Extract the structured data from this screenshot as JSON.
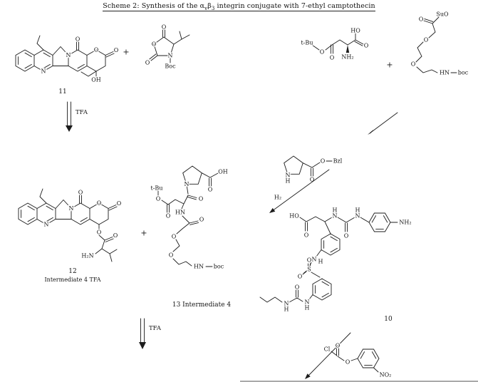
{
  "title": {
    "prefix": "Scheme 2: Synthesis of the α",
    "sub_v": "v",
    "beta": "β",
    "sub_3": "3",
    "suffix": " integrin conjugate with 7-ethyl camptothecin"
  },
  "atoms": {
    "N": "N",
    "O": "O",
    "S": "S",
    "H": "H",
    "OH": "OH",
    "HO": "HO",
    "HN": "HN",
    "NH2": "NH₂",
    "H2N": "H₂N",
    "NO2": "NO₂",
    "Cl": "Cl"
  },
  "groups": {
    "tBu": "t-Bu",
    "Boc": "Boc",
    "boc": "boc",
    "Bzl": "Bzl",
    "SuO": "SuO"
  },
  "reagents": {
    "tfa": "TFA",
    "h2": "H₂"
  },
  "operators": {
    "plus": "+"
  },
  "captions": {
    "c11": "11",
    "c12": "12",
    "c12_name": "Intermediate 4 TFA",
    "c13": "13 Intermediate 4",
    "c10": "10"
  }
}
